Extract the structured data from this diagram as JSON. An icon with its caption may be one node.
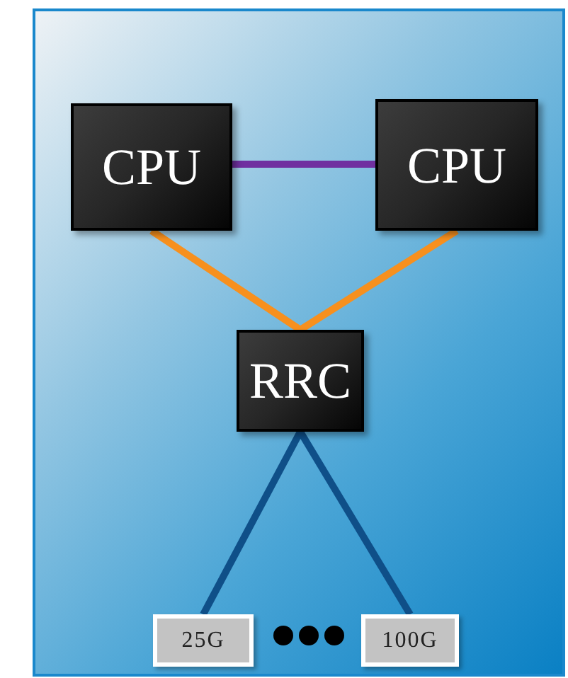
{
  "diagram": {
    "nodes": [
      {
        "text": [
          "CPU"
        ]
      },
      {
        "text": [
          "CPU"
        ]
      },
      {
        "text": [
          "RRC"
        ]
      },
      {
        "text": [
          "25G"
        ]
      },
      {
        "text": [
          "100G"
        ]
      }
    ],
    "edges": [
      {
        "from": 0,
        "to": 1,
        "arrow": "none",
        "color": "#7030a0"
      },
      {
        "from": 0,
        "to": 2,
        "arrow": "none",
        "color": "#f7901e"
      },
      {
        "from": 1,
        "to": 2,
        "arrow": "none",
        "color": "#f7901e"
      },
      {
        "from": 2,
        "to": 3,
        "arrow": "none",
        "color": "#0f4f88"
      },
      {
        "from": 2,
        "to": 4,
        "arrow": "none",
        "color": "#0f4f88"
      }
    ]
  }
}
